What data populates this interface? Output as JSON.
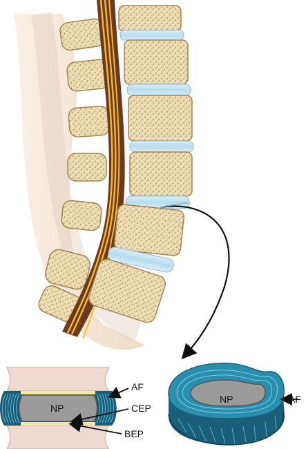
{
  "figure": {
    "palette": {
      "bone": "#ecdcb4",
      "bone_dark": "#b9935a",
      "disc": "#c8e4f2",
      "nerve": "#f5b82e",
      "canal": "#6b3a1e",
      "skin": "#e9c7a4",
      "annulus": "#2a8fae",
      "annulus_dark": "#1a5e78",
      "nucleus": "#9b9b9b",
      "endplate_cartilage": "#f3e7a3",
      "endplate_bone": "#f0d9d0"
    },
    "labels": {
      "disc_section": {
        "af": "AF",
        "np": "NP",
        "cep": "CEP",
        "bep": "BEP"
      },
      "disc_3d": {
        "np": "NP",
        "af": "AF"
      }
    }
  }
}
